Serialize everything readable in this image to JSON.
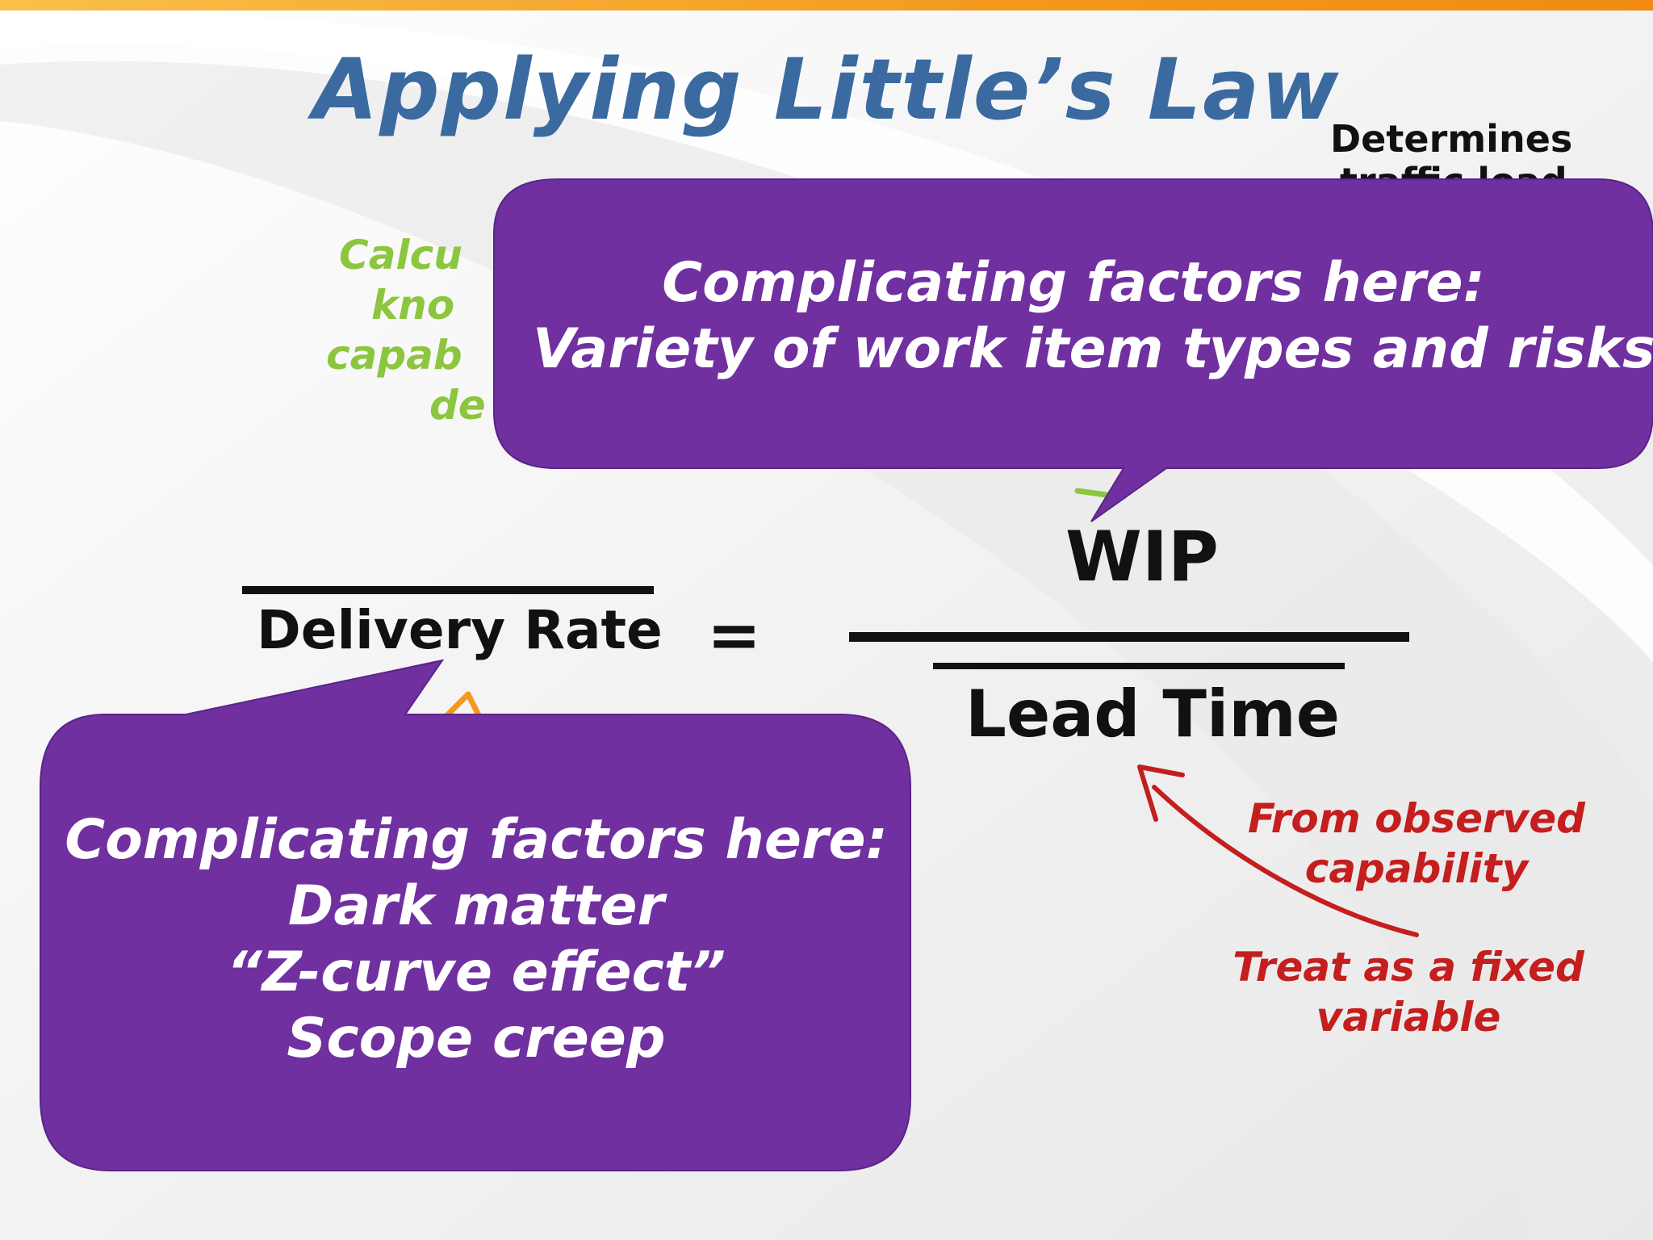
{
  "slide": {
    "title": "Applying Little’s Law",
    "top_right_note": {
      "line1": "Determines",
      "line2_partial": "traffic load"
    },
    "green_note_partial": [
      "Calcu",
      "kno",
      "capab",
      "de"
    ],
    "equation": {
      "left": "Delivery Rate",
      "equals": "=",
      "numerator": "WIP",
      "denominator": "Lead Time"
    },
    "red_notes": {
      "observed": [
        "From observed",
        "capability"
      ],
      "fixed": [
        "Treat as a fixed",
        "variable"
      ]
    },
    "callout_top": {
      "line1": "Complicating factors here:",
      "line2": "Variety of work item types and risks"
    },
    "callout_bottom": {
      "line1": "Complicating factors here:",
      "line2": "Dark matter",
      "line3": "“Z-curve effect”",
      "line4": "Scope creep"
    },
    "colors": {
      "title": "#3a6aa0",
      "callout_fill": "#7030a0",
      "green_note": "#8cc63e",
      "red_note": "#c41e1e",
      "accent_bar": "#f39a1e"
    }
  }
}
